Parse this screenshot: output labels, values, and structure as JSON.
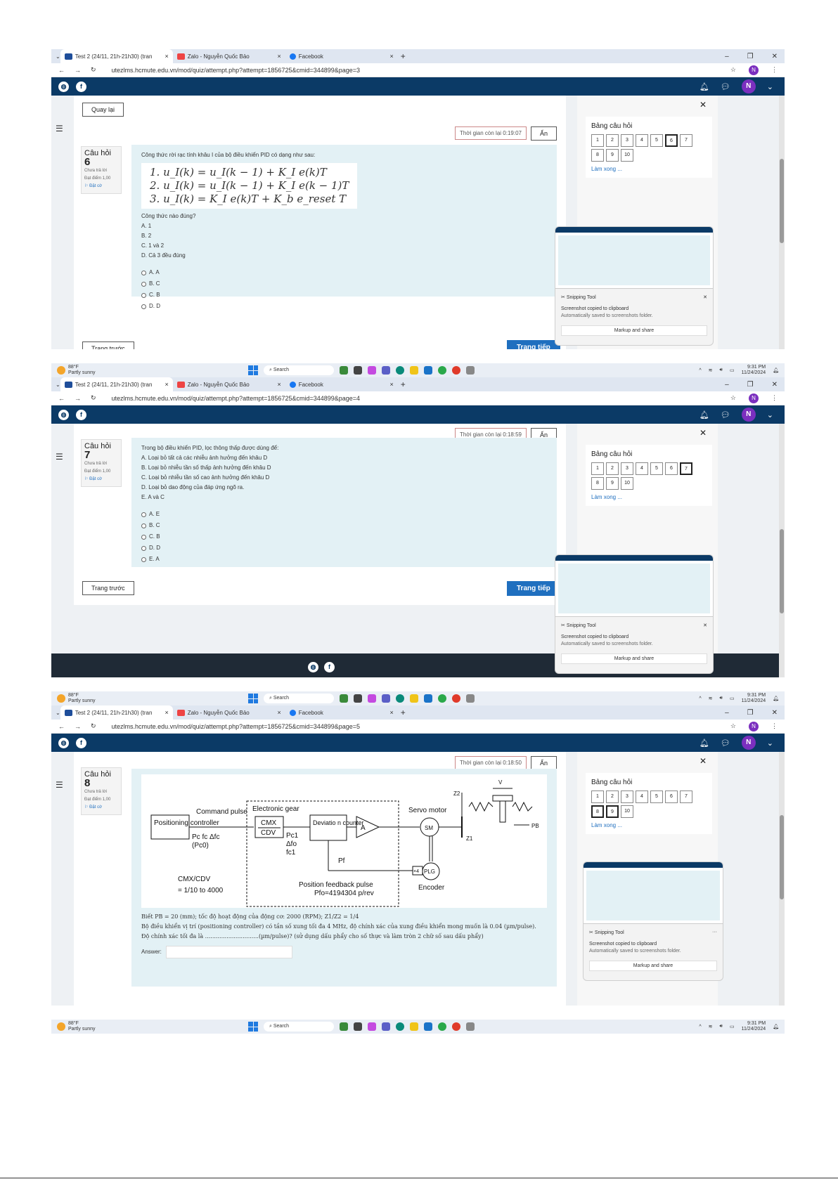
{
  "browser": {
    "tabs": [
      {
        "label": "Test 2 (24/11, 21h-21h30) (tran"
      },
      {
        "label": "Zalo - Nguyễn Quốc Bảo"
      },
      {
        "label": "Facebook"
      }
    ],
    "profile_initial": "N"
  },
  "shots": [
    {
      "url": "utezlms.hcmute.edu.vn/mod/quiz/attempt.php?attempt=1856725&cmid=344899&page=3",
      "timer": "Thời gian còn lại 0:19:07"
    },
    {
      "url": "utezlms.hcmute.edu.vn/mod/quiz/attempt.php?attempt=1856725&cmid=344899&page=4",
      "timer": "Thời gian còn lại 0:18:59"
    },
    {
      "url": "utezlms.hcmute.edu.vn/mod/quiz/attempt.php?attempt=1856725&cmid=344899&page=5",
      "timer": "Thời gian còn lại 0:18:50"
    }
  ],
  "site": {
    "avatar": "N"
  },
  "common": {
    "hide": "Ẩn",
    "back": "Quay lại",
    "prev": "Trang trước",
    "next": "Trang tiếp",
    "q_label": "Câu hỏi",
    "not_answered": "Chưa trả lời",
    "points": "Đạt điểm 1,00",
    "flag": "Đặt cờ",
    "nav_title": "Bảng câu hỏi",
    "finish": "Làm xong ...",
    "nav_cells": [
      "1",
      "2",
      "3",
      "4",
      "5",
      "6",
      "7",
      "8",
      "9",
      "10"
    ]
  },
  "q6": {
    "number": "6",
    "intro": "Công thức rời rạc tính khâu I của bộ điều khiển PID có dạng như sau:",
    "formulas": [
      "1.  u_I(k) = u_I(k − 1) + K_I e(k)T",
      "2.  u_I(k) = u_I(k − 1) + K_I e(k − 1)T",
      "3.  u_I(k) = K_I e(k)T + K_b e_reset T"
    ],
    "question": "Công thức nào đúng?",
    "statements": [
      "A.   1",
      "B.   2",
      "C.   1 và 2",
      "D.   Cả 3 đều đúng"
    ],
    "choices": [
      "A.  A",
      "B.  C",
      "C.  B",
      "D.  D"
    ]
  },
  "q7": {
    "number": "7",
    "question": "Trong bộ điều khiển PID, lọc thông thấp được dùng để:",
    "statements": [
      "A.   Loại bỏ tất cả các nhiễu ảnh hưởng đến khâu D",
      "B.   Loại bỏ nhiễu tần số thấp ảnh hưởng đến khâu D",
      "C.   Loại bỏ nhiễu tần số cao ảnh hưởng đến khâu D",
      "D.   Loại bỏ dao động của đáp ứng ngõ ra.",
      "E.   A và C"
    ],
    "choices": [
      "A.  E",
      "B.  C",
      "C.  B",
      "D.  D",
      "E.  A"
    ]
  },
  "q8": {
    "number": "8",
    "diagram": {
      "positioning": "Positioning controller",
      "command": "Command pulse",
      "electronic_gear": "Electronic gear",
      "cmx": "CMX",
      "cdv": "CDV",
      "deviation": "Deviatio n counter",
      "amp": "A",
      "servo_motor": "Servo motor",
      "sm": "SM",
      "plg": "PLG",
      "x4": "×4",
      "encoder": "Encoder",
      "pc_fc": "Pc  fc  Δfc",
      "pc0": "(Pc0)",
      "pc1": "Pc1",
      "dfo": "Δfo",
      "fc1": "fc1",
      "pf": "Pf",
      "cmx_cdv": "CMX/CDV",
      "ratio": "= 1/10 to 4000",
      "feedback": "Position feedback pulse",
      "pfo": "Pfo=4194304 p/rev",
      "z1": "Z1",
      "z2": "Z2",
      "v": "V",
      "pb": "PB"
    },
    "text1": "Biết PB = 20 (mm); tốc độ hoạt động của động cơ: 2000 (RPM); Z1/Z2 = 1/4",
    "text2": "Bộ điều khiển vị trí (positioning controller) có tần số xung tối đa 4 MHz, độ chính xác của xung điều khiển mong muốn là 0.04 (µm/pulse).",
    "text3": "Độ chính xác tối đa là ..............................(µm/pulse)? (sử dụng dấu phẩy cho số thực và làm tròn 2 chữ số sau dấu phẩy)",
    "answer_label": "Answer:"
  },
  "snip": {
    "title": "Snipping Tool",
    "line1": "Screenshot copied to clipboard",
    "line2": "Automatically saved to screenshots folder.",
    "button": "Markup and share"
  },
  "taskbar": {
    "temp": "88°F",
    "weather": "Partly sunny",
    "search": "Search",
    "time": "9:31 PM",
    "date": "11/24/2024"
  }
}
